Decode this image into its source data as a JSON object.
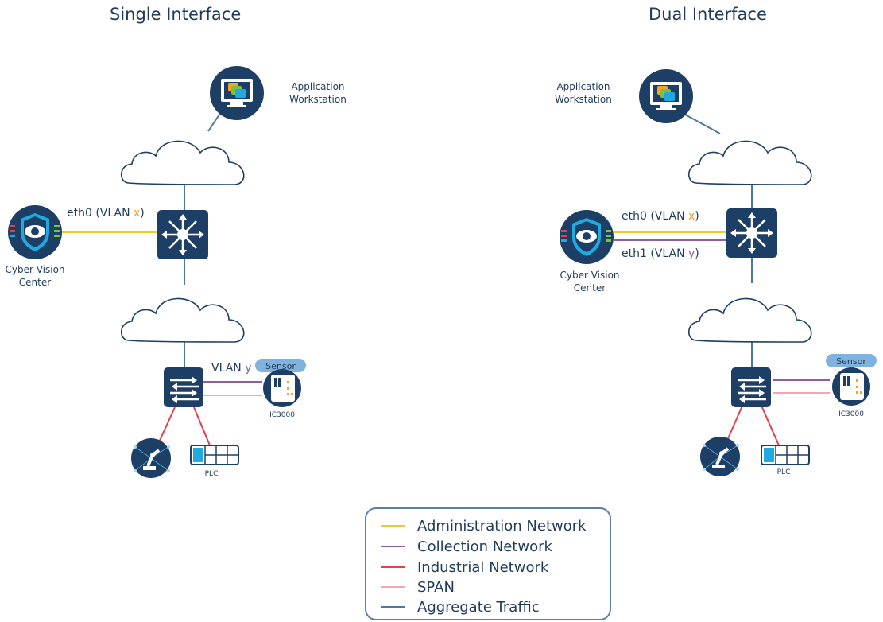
{
  "titles": {
    "left": "Single Interface",
    "right": "Dual Interface"
  },
  "single": {
    "workstation_label_1": "Application",
    "workstation_label_2": "Workstation",
    "center_label_1": "Cyber Vision",
    "center_label_2": "Center",
    "eth0_prefix": "eth0 (VLAN ",
    "eth0_var": "x",
    "eth0_suffix": ")",
    "vlan_prefix": "VLAN ",
    "vlan_var": "y",
    "sensor_badge": "Sensor",
    "sensor_label": "IC3000",
    "plc_label": "PLC"
  },
  "dual": {
    "workstation_label_1": "Application",
    "workstation_label_2": "Workstation",
    "center_label_1": "Cyber Vision",
    "center_label_2": "Center",
    "eth0_prefix": "eth0 (VLAN ",
    "eth0_var": "x",
    "eth0_suffix": ")",
    "eth1_prefix": "eth1 (VLAN ",
    "eth1_var": "y",
    "eth1_suffix": ")",
    "sensor_badge": "Sensor",
    "sensor_label": "IC3000",
    "plc_label": "PLC"
  },
  "legend": [
    {
      "label": "Administration Network",
      "color": "#f2c830"
    },
    {
      "label": "Collection Network",
      "color": "#8e5ea2"
    },
    {
      "label": "Industrial Network",
      "color": "#e0414b"
    },
    {
      "label": "SPAN",
      "color": "#f3a6ae"
    },
    {
      "label": "Aggregate Traffic",
      "color": "#4a7a9c"
    }
  ],
  "colors": {
    "navy": "#1d3f66",
    "aggregate": "#4a7a9c",
    "admin": "#f2c830",
    "collection": "#8e5ea2",
    "industrial": "#e0414b",
    "span": "#f3a6ae",
    "var_x": "#f0a020",
    "var_y": "#8e5ea2"
  }
}
